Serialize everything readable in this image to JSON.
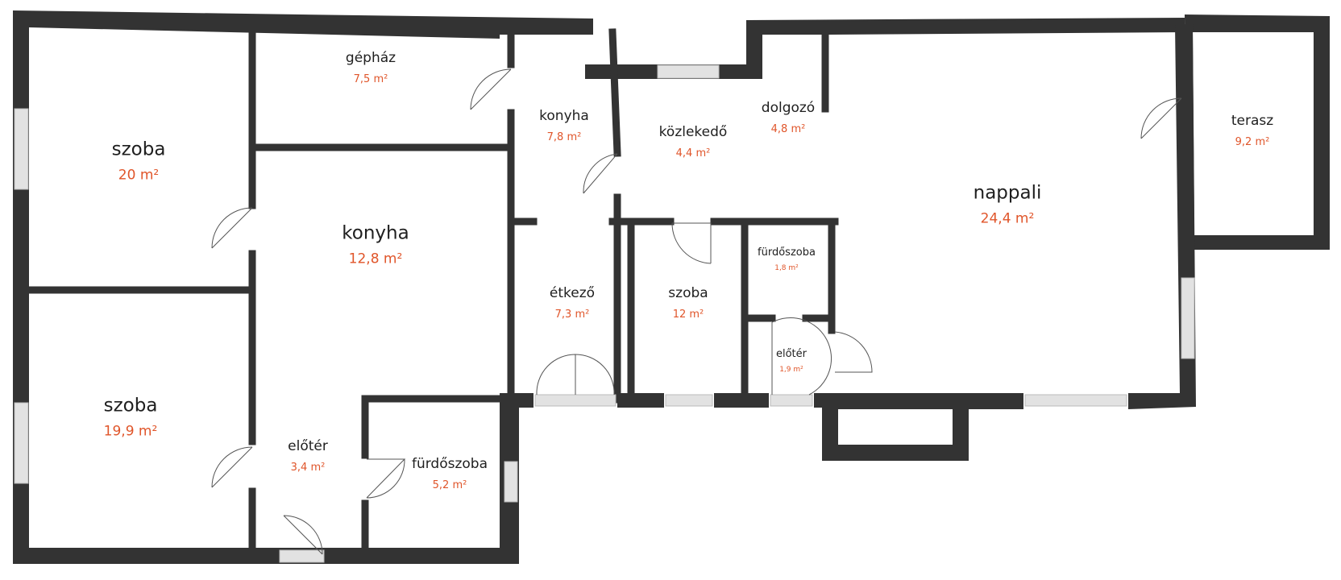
{
  "colors": {
    "wall": "#333333",
    "label": "#1f1f1f",
    "area": "#e0552a",
    "window": "#e2e2e2"
  },
  "rooms": [
    {
      "id": "szoba-1",
      "name": "szoba",
      "area": "20 m²",
      "size": "lg"
    },
    {
      "id": "gephaz",
      "name": "gépház",
      "area": "7,5 m²",
      "size": "md"
    },
    {
      "id": "konyha-small",
      "name": "konyha",
      "area": "7,8 m²",
      "size": "md"
    },
    {
      "id": "kozlekedo",
      "name": "közlekedő",
      "area": "4,4 m²",
      "size": "md"
    },
    {
      "id": "dolgozo",
      "name": "dolgozó",
      "area": "4,8 m²",
      "size": "md"
    },
    {
      "id": "terasz",
      "name": "terasz",
      "area": "9,2 m²",
      "size": "md"
    },
    {
      "id": "nappali",
      "name": "nappali",
      "area": "24,4 m²",
      "size": "lg"
    },
    {
      "id": "konyha-large",
      "name": "konyha",
      "area": "12,8 m²",
      "size": "lg"
    },
    {
      "id": "furdoszoba-small",
      "name": "fürdőszoba",
      "area": "1,8 m²",
      "size": "sm"
    },
    {
      "id": "etkezo",
      "name": "étkező",
      "area": "7,3 m²",
      "size": "md"
    },
    {
      "id": "szoba-3",
      "name": "szoba",
      "area": "12 m²",
      "size": "md"
    },
    {
      "id": "eloter-small",
      "name": "előtér",
      "area": "1,9 m²",
      "size": "sm"
    },
    {
      "id": "szoba-2",
      "name": "szoba",
      "area": "19,9 m²",
      "size": "lg"
    },
    {
      "id": "eloter",
      "name": "előtér",
      "area": "3,4 m²",
      "size": "md"
    },
    {
      "id": "furdoszoba",
      "name": "fürdőszoba",
      "area": "5,2 m²",
      "size": "md"
    }
  ]
}
